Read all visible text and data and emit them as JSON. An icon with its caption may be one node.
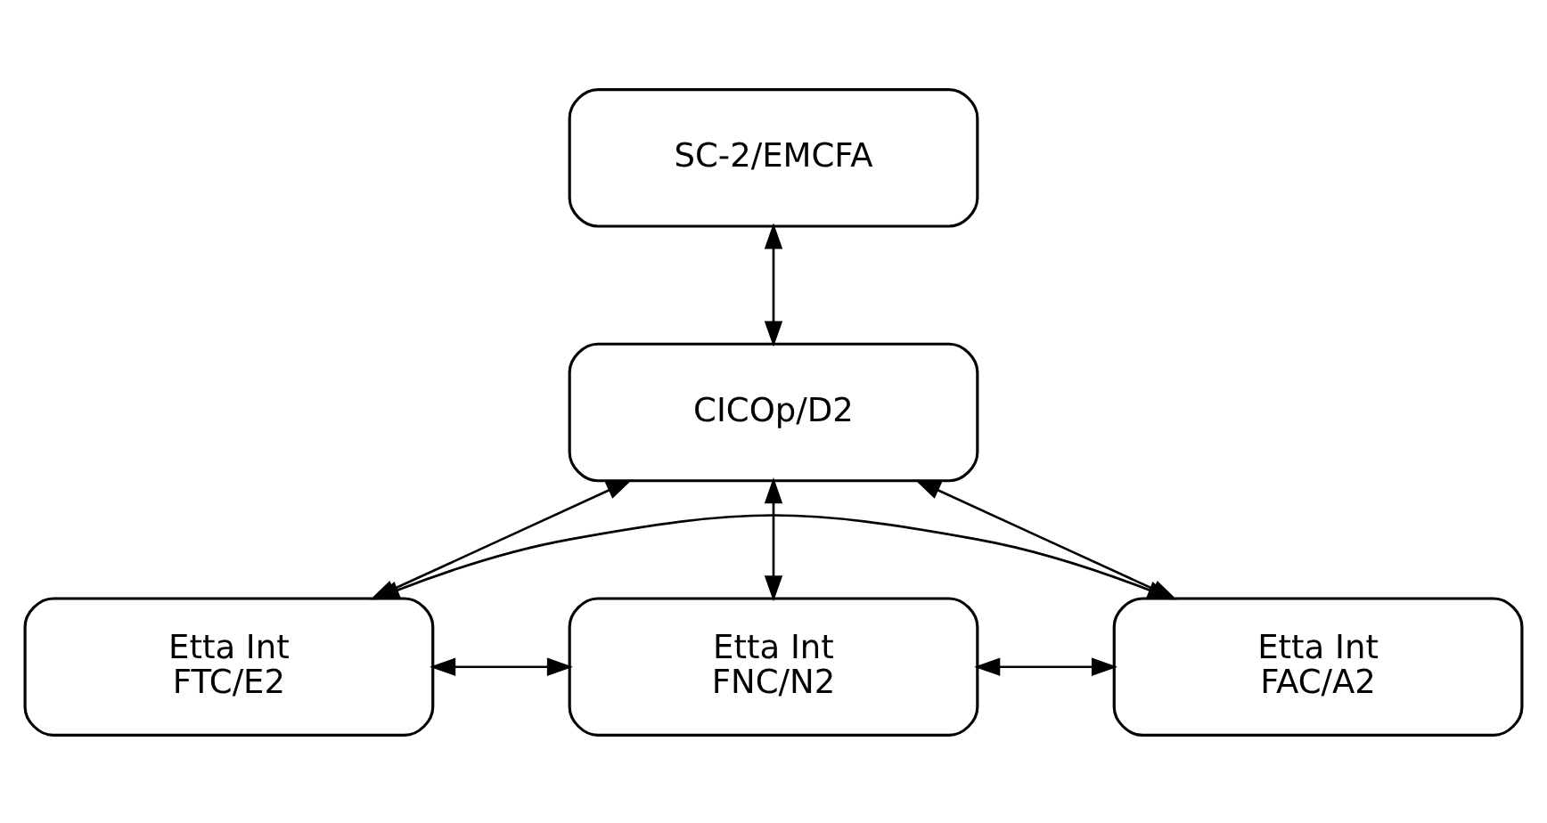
{
  "diagram": {
    "nodes": [
      {
        "text": [
          "SC-2/EMCFA"
        ]
      },
      {
        "text": [
          "CICOp/D2"
        ]
      },
      {
        "text": [
          "Etta Int",
          "FTC/E2"
        ]
      },
      {
        "text": [
          "Etta Int",
          "FNC/N2"
        ]
      },
      {
        "text": [
          "Etta Int",
          "FAC/A2"
        ]
      }
    ],
    "edges": [
      {
        "from": 0,
        "to": 1,
        "arrow": "both"
      },
      {
        "from": 1,
        "to": 2,
        "arrow": "both"
      },
      {
        "from": 1,
        "to": 3,
        "arrow": "both"
      },
      {
        "from": 1,
        "to": 4,
        "arrow": "both"
      },
      {
        "from": 2,
        "to": 3,
        "arrow": "both"
      },
      {
        "from": 3,
        "to": 4,
        "arrow": "both"
      },
      {
        "from": 2,
        "to": 4,
        "arrow": "both"
      }
    ]
  }
}
